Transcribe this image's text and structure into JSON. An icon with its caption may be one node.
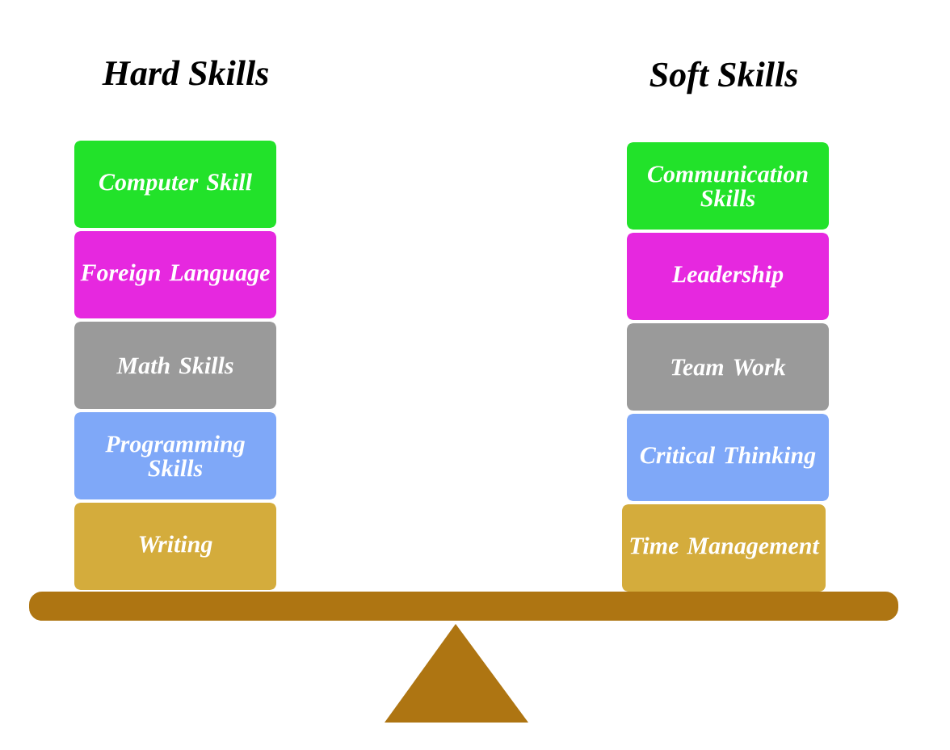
{
  "diagram": {
    "nodes": [
      {
        "text": [
          "Computer Skill"
        ]
      },
      {
        "text": [
          "Foreign Language"
        ]
      },
      {
        "text": [
          "Math Skills"
        ]
      },
      {
        "text": [
          "Programming Skills"
        ]
      },
      {
        "text": [
          "Writing"
        ]
      },
      {
        "text": [
          "Communication Skills"
        ]
      },
      {
        "text": [
          "Leadership"
        ]
      },
      {
        "text": [
          "Team Work"
        ]
      },
      {
        "text": [
          "Critical Thinking"
        ]
      },
      {
        "text": [
          "Time Management"
        ]
      }
    ],
    "labels": [
      "Hard Skills",
      "Soft Skills"
    ]
  }
}
